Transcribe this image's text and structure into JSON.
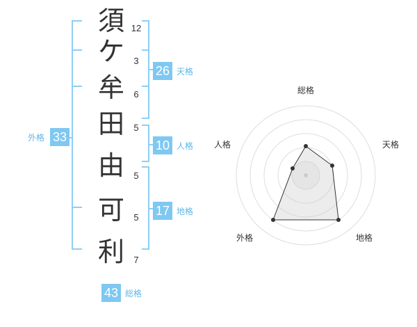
{
  "name_chars": [
    "須",
    "ケ",
    "牟",
    "田",
    "由",
    "可",
    "利"
  ],
  "strokes": [
    "12",
    "3",
    "6",
    "5",
    "5",
    "5",
    "7"
  ],
  "badges": {
    "tenkaku": {
      "value": "26",
      "label": "天格"
    },
    "jinkaku": {
      "value": "10",
      "label": "人格"
    },
    "chikaku": {
      "value": "17",
      "label": "地格"
    },
    "gaikaku": {
      "value": "33",
      "label": "外格"
    },
    "soukaku": {
      "value": "43",
      "label": "総格"
    }
  },
  "radar": {
    "labels": {
      "sou": "総格",
      "ten": "天格",
      "chi": "地格",
      "gai": "外格",
      "jin": "人格"
    }
  },
  "colors": {
    "accent": "#7ec8f2",
    "accent_text": "#5fb8e8",
    "bracket": "#8ccff5",
    "text": "#333333"
  }
}
